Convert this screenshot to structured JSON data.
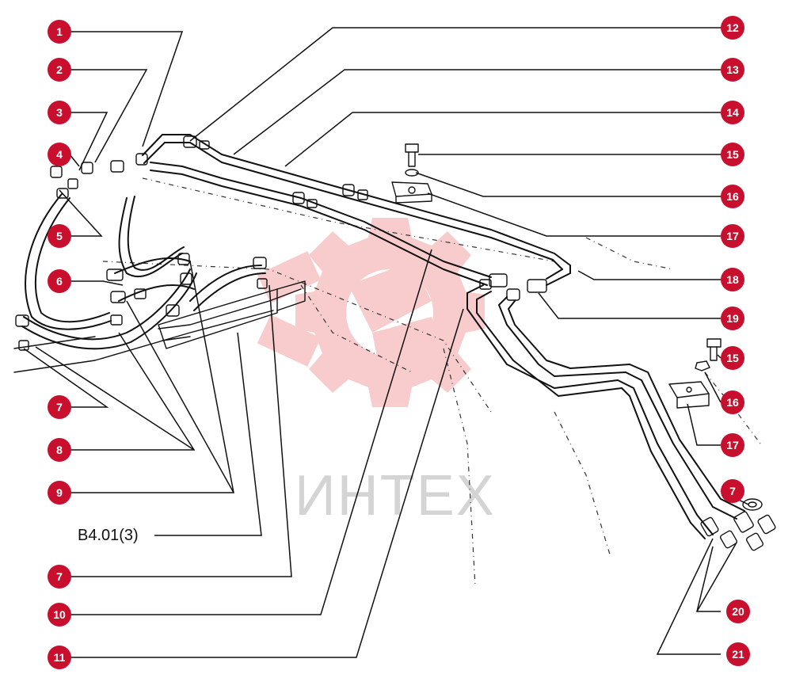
{
  "diagram": {
    "reference_code": "B4.01(3)",
    "watermark_text": "ИНТЕХ",
    "callouts": {
      "c1": "1",
      "c2": "2",
      "c3": "3",
      "c4": "4",
      "c5": "5",
      "c6": "6",
      "c7a": "7",
      "c8": "8",
      "c9": "9",
      "c7b": "7",
      "c10": "10",
      "c11": "11",
      "c12": "12",
      "c13": "13",
      "c14": "14",
      "c15a": "15",
      "c16a": "16",
      "c17a": "17",
      "c18": "18",
      "c19": "19",
      "c15b": "15",
      "c16b": "16",
      "c17b": "17",
      "c7c": "7",
      "c20": "20",
      "c21": "21"
    }
  },
  "colors": {
    "callout": "#c8102e",
    "line": "#111111",
    "watermark": "#f0a0a0"
  }
}
